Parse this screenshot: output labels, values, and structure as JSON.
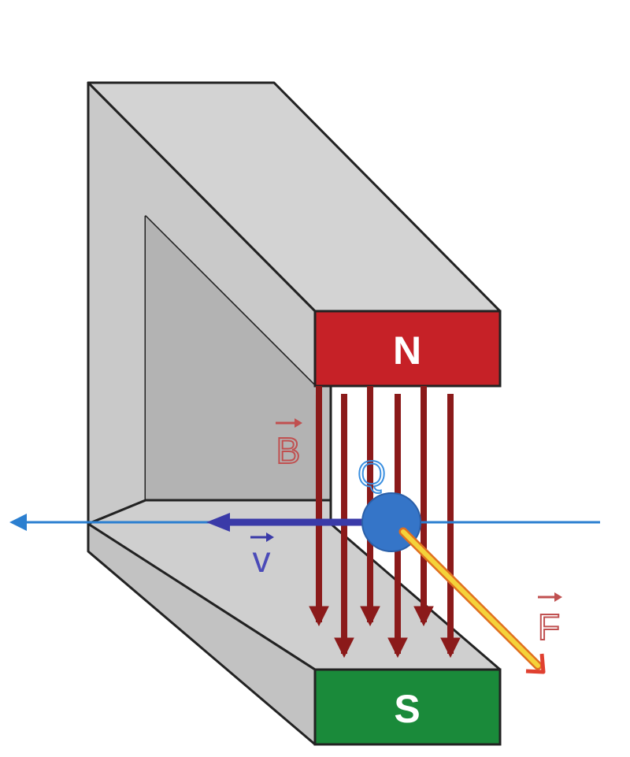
{
  "poles": {
    "north": "N",
    "south": "S"
  },
  "labels": {
    "field": "B",
    "charge": "Q",
    "velocity": "v",
    "force": "F"
  },
  "colors": {
    "magnet_light": "#d6d6d6",
    "magnet_mid": "#c6c6c6",
    "magnet_dark": "#b4b4b4",
    "north_pole": "#c62127",
    "south_pole": "#1a8a3a",
    "field_lines": "#8b1a1a",
    "velocity": "#3a3aa8",
    "axis_line": "#2b7fd0",
    "charge": "#3575c8",
    "force": "#e8c020"
  }
}
